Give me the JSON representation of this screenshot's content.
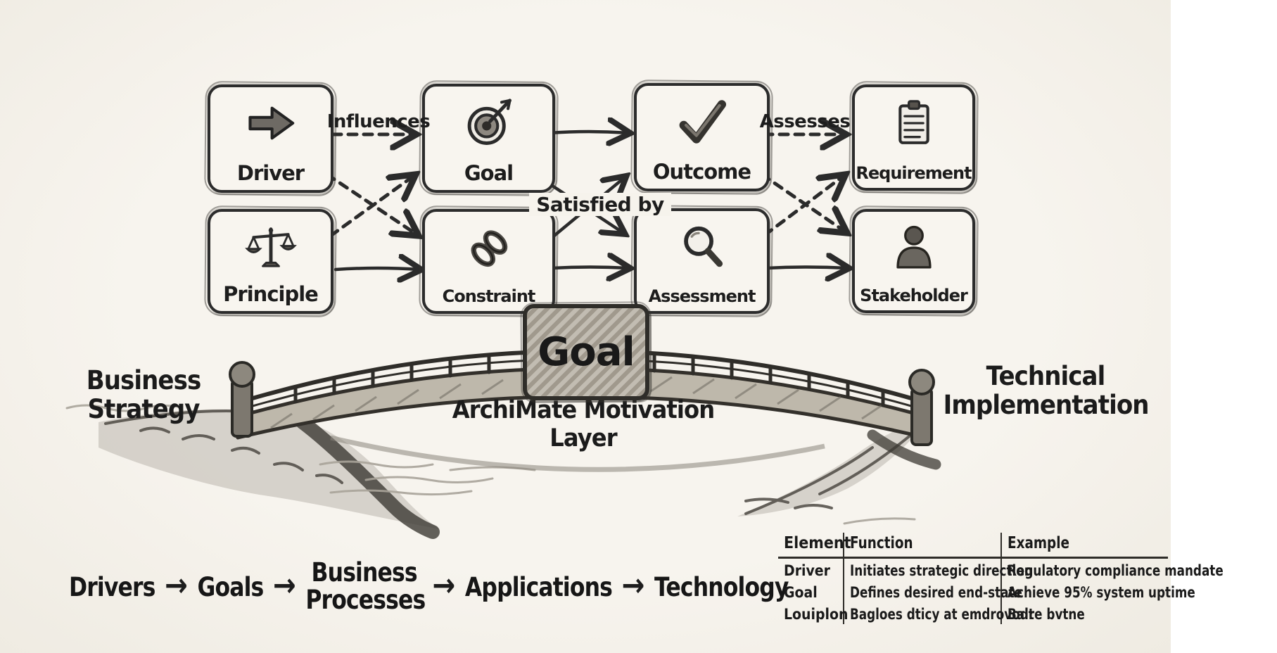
{
  "palette": {
    "paper": "#f5f2ec",
    "ink": "#262626",
    "pencil_gray": "#6e695f",
    "deck_fill": "#beb8ab",
    "plaque_fill": "#b3ac9f"
  },
  "motivation": {
    "boxes": [
      {
        "label": "Driver",
        "icon": "arrow-right-icon"
      },
      {
        "label": "Goal",
        "icon": "target-icon"
      },
      {
        "label": "Outcome",
        "icon": "checkmark-icon"
      },
      {
        "label": "Requirement",
        "icon": "clipboard-icon"
      },
      {
        "label": "Principle",
        "icon": "balance-scale-icon"
      },
      {
        "label": "Constraint",
        "icon": "chain-link-icon"
      },
      {
        "label": "Assessment",
        "icon": "magnifying-glass-icon"
      },
      {
        "label": "Stakeholder",
        "icon": "person-icon"
      }
    ],
    "edge_labels": {
      "influences": "Influences",
      "assesses": "Assesses",
      "satisfied_by": "Satisfied by"
    }
  },
  "bridge": {
    "goal_plaque": "Goal",
    "label": "ArchiMate Motivation Layer",
    "left_caption": {
      "line1": "Business",
      "line2": "Strategy"
    },
    "right_caption": {
      "line1": "Technical",
      "line2": "Implementation"
    }
  },
  "flow": {
    "items": [
      "Drivers",
      "Goals",
      "Business Processes",
      "Applications",
      "Technology"
    ],
    "arrow_glyph": "→"
  },
  "table": {
    "headers": [
      "Element",
      "Function",
      "Example"
    ],
    "rows": [
      [
        "Driver",
        "Initiates strategic direction",
        "Regulatory compliance mandate"
      ],
      [
        "Goal",
        "Defines desired end-state",
        "Achieve 95% system uptime"
      ],
      [
        "Louiplon",
        "Bagloes dticy at emdrovodt",
        "Balre bvtne"
      ]
    ]
  }
}
